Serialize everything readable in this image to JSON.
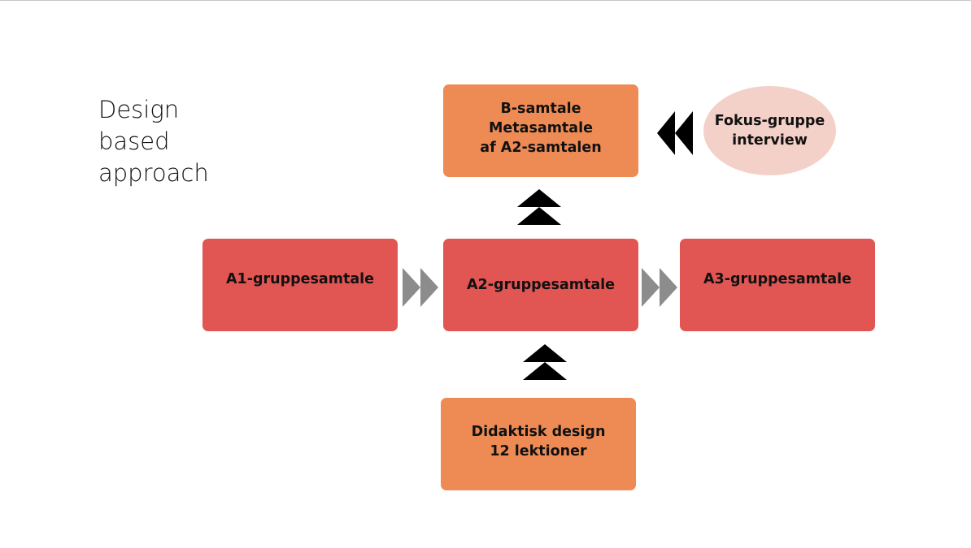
{
  "slide_title": [
    "Design",
    "based",
    "approach"
  ],
  "boxes": {
    "b_samtale": [
      "B-samtale",
      "Metasamtale",
      "af A2-samtalen"
    ],
    "fokus": [
      "Fokus-gruppe",
      "interview"
    ],
    "a1": [
      "A1-gruppesamtale"
    ],
    "a2": [
      "A2-gruppesamtale"
    ],
    "a3": [
      "A3-gruppesamtale"
    ],
    "didaktisk": [
      "Didaktisk design",
      "12 lektioner"
    ]
  },
  "colors": {
    "orange_box": "#ee8b55",
    "red_box": "#e15553",
    "focus_ellipse": "#f3d1c9",
    "horizontal_arrow": "#8c8c8c",
    "vertical_arrow": "#000000"
  }
}
